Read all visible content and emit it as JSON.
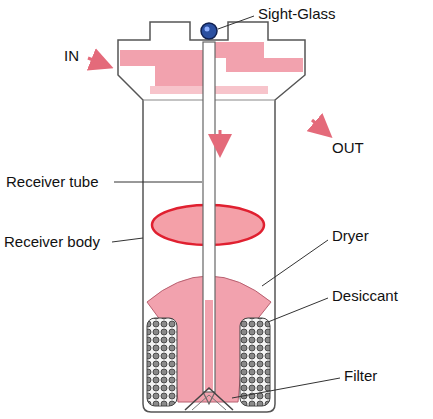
{
  "diagram": {
    "labels": [
      "Sight-Glass",
      "IN",
      "OUT",
      "Receiver tube",
      "Receiver body",
      "Dryer",
      "Desiccant",
      "Filter"
    ]
  }
}
